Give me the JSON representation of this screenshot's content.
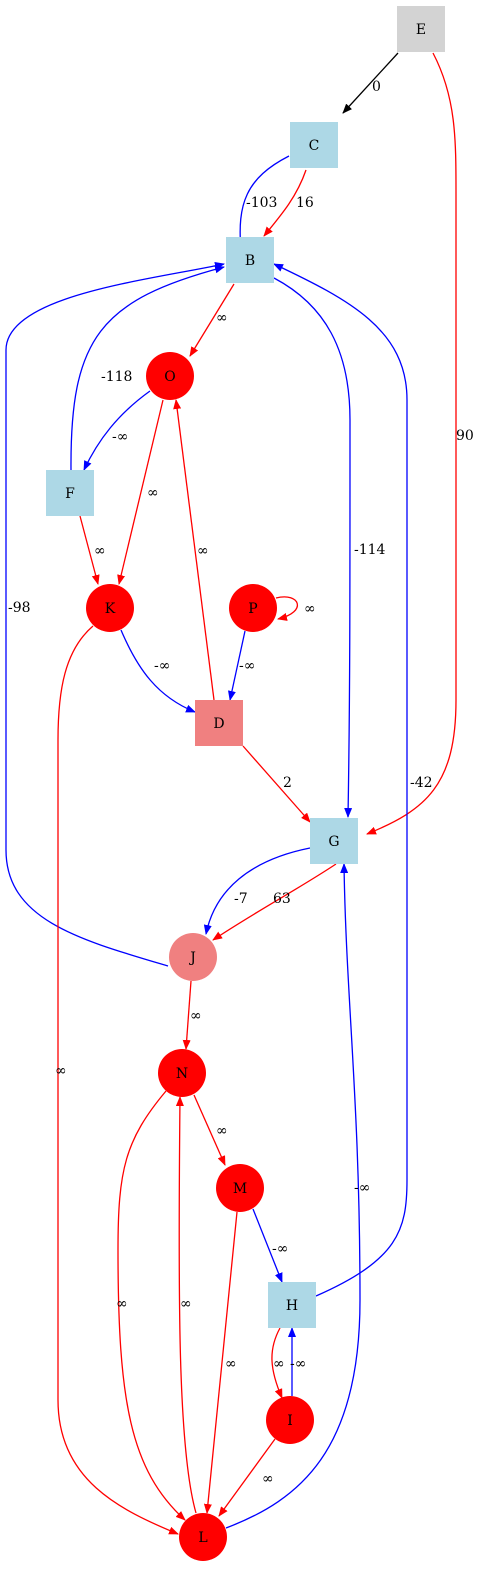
{
  "colors": {
    "lightblue": "#add8e6",
    "lightgrey": "#d3d3d3",
    "lightcoral": "#f08080",
    "red": "#ff0000",
    "blue": "#0000ff",
    "black": "#000000"
  },
  "nodes": [
    {
      "id": "E",
      "label": "E",
      "shape": "box",
      "fill": "lightgrey"
    },
    {
      "id": "C",
      "label": "C",
      "shape": "box",
      "fill": "lightblue"
    },
    {
      "id": "B",
      "label": "B",
      "shape": "box",
      "fill": "lightblue"
    },
    {
      "id": "O",
      "label": "O",
      "shape": "circle",
      "fill": "red"
    },
    {
      "id": "F",
      "label": "F",
      "shape": "box",
      "fill": "lightblue"
    },
    {
      "id": "K",
      "label": "K",
      "shape": "circle",
      "fill": "red"
    },
    {
      "id": "P",
      "label": "P",
      "shape": "circle",
      "fill": "red"
    },
    {
      "id": "D",
      "label": "D",
      "shape": "box",
      "fill": "lightcoral"
    },
    {
      "id": "G",
      "label": "G",
      "shape": "box",
      "fill": "lightblue"
    },
    {
      "id": "J",
      "label": "J",
      "shape": "circle",
      "fill": "lightcoral"
    },
    {
      "id": "N",
      "label": "N",
      "shape": "circle",
      "fill": "red"
    },
    {
      "id": "M",
      "label": "M",
      "shape": "circle",
      "fill": "red"
    },
    {
      "id": "H",
      "label": "H",
      "shape": "box",
      "fill": "lightblue"
    },
    {
      "id": "I",
      "label": "I",
      "shape": "circle",
      "fill": "red"
    },
    {
      "id": "L",
      "label": "L",
      "shape": "circle",
      "fill": "red"
    }
  ],
  "edges": [
    {
      "id": "E-C",
      "from": "E",
      "to": "C",
      "label": "0",
      "color": "black"
    },
    {
      "id": "E-G",
      "from": "E",
      "to": "G",
      "label": "90",
      "color": "red"
    },
    {
      "id": "C-B-blue",
      "from": "C",
      "to": "B",
      "label": "-103",
      "color": "blue"
    },
    {
      "id": "C-B-red",
      "from": "C",
      "to": "B",
      "label": "16",
      "color": "red"
    },
    {
      "id": "B-O",
      "from": "B",
      "to": "O",
      "label": "∞",
      "color": "red"
    },
    {
      "id": "B-G",
      "from": "B",
      "to": "G",
      "label": "-114",
      "color": "blue"
    },
    {
      "id": "F-B",
      "from": "F",
      "to": "B",
      "label": "-118",
      "color": "blue"
    },
    {
      "id": "J-B",
      "from": "J",
      "to": "B",
      "label": "-98",
      "color": "blue"
    },
    {
      "id": "H-B",
      "from": "H",
      "to": "B",
      "label": "-42",
      "color": "blue"
    },
    {
      "id": "O-F",
      "from": "O",
      "to": "F",
      "label": "-∞",
      "color": "blue"
    },
    {
      "id": "O-K",
      "from": "O",
      "to": "K",
      "label": "∞",
      "color": "red"
    },
    {
      "id": "F-K",
      "from": "F",
      "to": "K",
      "label": "∞",
      "color": "red"
    },
    {
      "id": "D-O",
      "from": "D",
      "to": "O",
      "label": "∞",
      "color": "red"
    },
    {
      "id": "P-P",
      "from": "P",
      "to": "P",
      "label": "∞",
      "color": "red"
    },
    {
      "id": "P-D",
      "from": "P",
      "to": "D",
      "label": "-∞",
      "color": "blue"
    },
    {
      "id": "K-D",
      "from": "K",
      "to": "D",
      "label": "-∞",
      "color": "blue"
    },
    {
      "id": "K-L",
      "from": "K",
      "to": "L",
      "label": "∞",
      "color": "red"
    },
    {
      "id": "D-G",
      "from": "D",
      "to": "G",
      "label": "2",
      "color": "red"
    },
    {
      "id": "G-J-blue",
      "from": "G",
      "to": "J",
      "label": "-7",
      "color": "blue"
    },
    {
      "id": "G-J-red",
      "from": "G",
      "to": "J",
      "label": "63",
      "color": "red"
    },
    {
      "id": "J-N",
      "from": "J",
      "to": "N",
      "label": "∞",
      "color": "red"
    },
    {
      "id": "N-M",
      "from": "N",
      "to": "M",
      "label": "∞",
      "color": "red"
    },
    {
      "id": "N-L",
      "from": "N",
      "to": "L",
      "label": "∞",
      "color": "red"
    },
    {
      "id": "L-N",
      "from": "L",
      "to": "N",
      "label": "∞",
      "color": "red"
    },
    {
      "id": "M-H",
      "from": "M",
      "to": "H",
      "label": "-∞",
      "color": "blue"
    },
    {
      "id": "M-L",
      "from": "M",
      "to": "L",
      "label": "∞",
      "color": "red"
    },
    {
      "id": "H-I",
      "from": "H",
      "to": "I",
      "label": "∞",
      "color": "red"
    },
    {
      "id": "I-H",
      "from": "I",
      "to": "H",
      "label": "-∞",
      "color": "blue"
    },
    {
      "id": "I-L",
      "from": "I",
      "to": "L",
      "label": "∞",
      "color": "red"
    },
    {
      "id": "L-G",
      "from": "L",
      "to": "G",
      "label": "-∞",
      "color": "blue"
    }
  ]
}
